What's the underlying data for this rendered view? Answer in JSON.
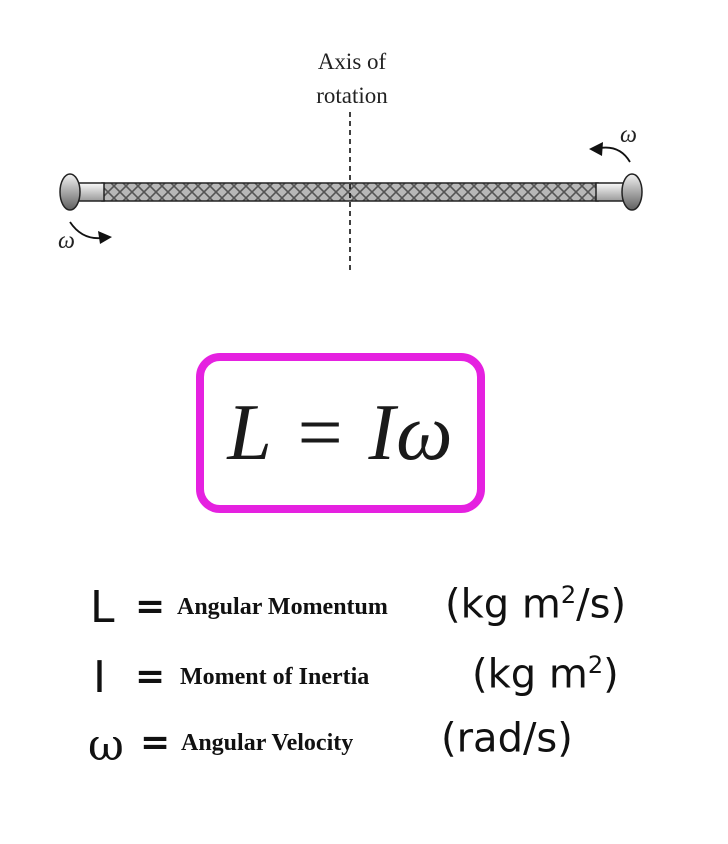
{
  "diagram": {
    "axis_label_line1": "Axis of",
    "axis_label_line2": "rotation",
    "omega_left": "ω",
    "omega_right": "ω"
  },
  "equation": {
    "text": "L = Iω",
    "border_color": "#e521e0"
  },
  "definitions": [
    {
      "symbol": "L",
      "equals": "=",
      "name": "Angular Momentum",
      "unit_before": "(kg m",
      "unit_sup": "2",
      "unit_after": "/s)"
    },
    {
      "symbol": "I",
      "equals": "=",
      "name": "Moment of Inertia",
      "unit_before": "(kg m",
      "unit_sup": "2",
      "unit_after": ")"
    },
    {
      "symbol": "ω",
      "equals": "=",
      "name": "Angular Velocity",
      "unit_before": "(rad/s)",
      "unit_sup": "",
      "unit_after": ""
    }
  ]
}
